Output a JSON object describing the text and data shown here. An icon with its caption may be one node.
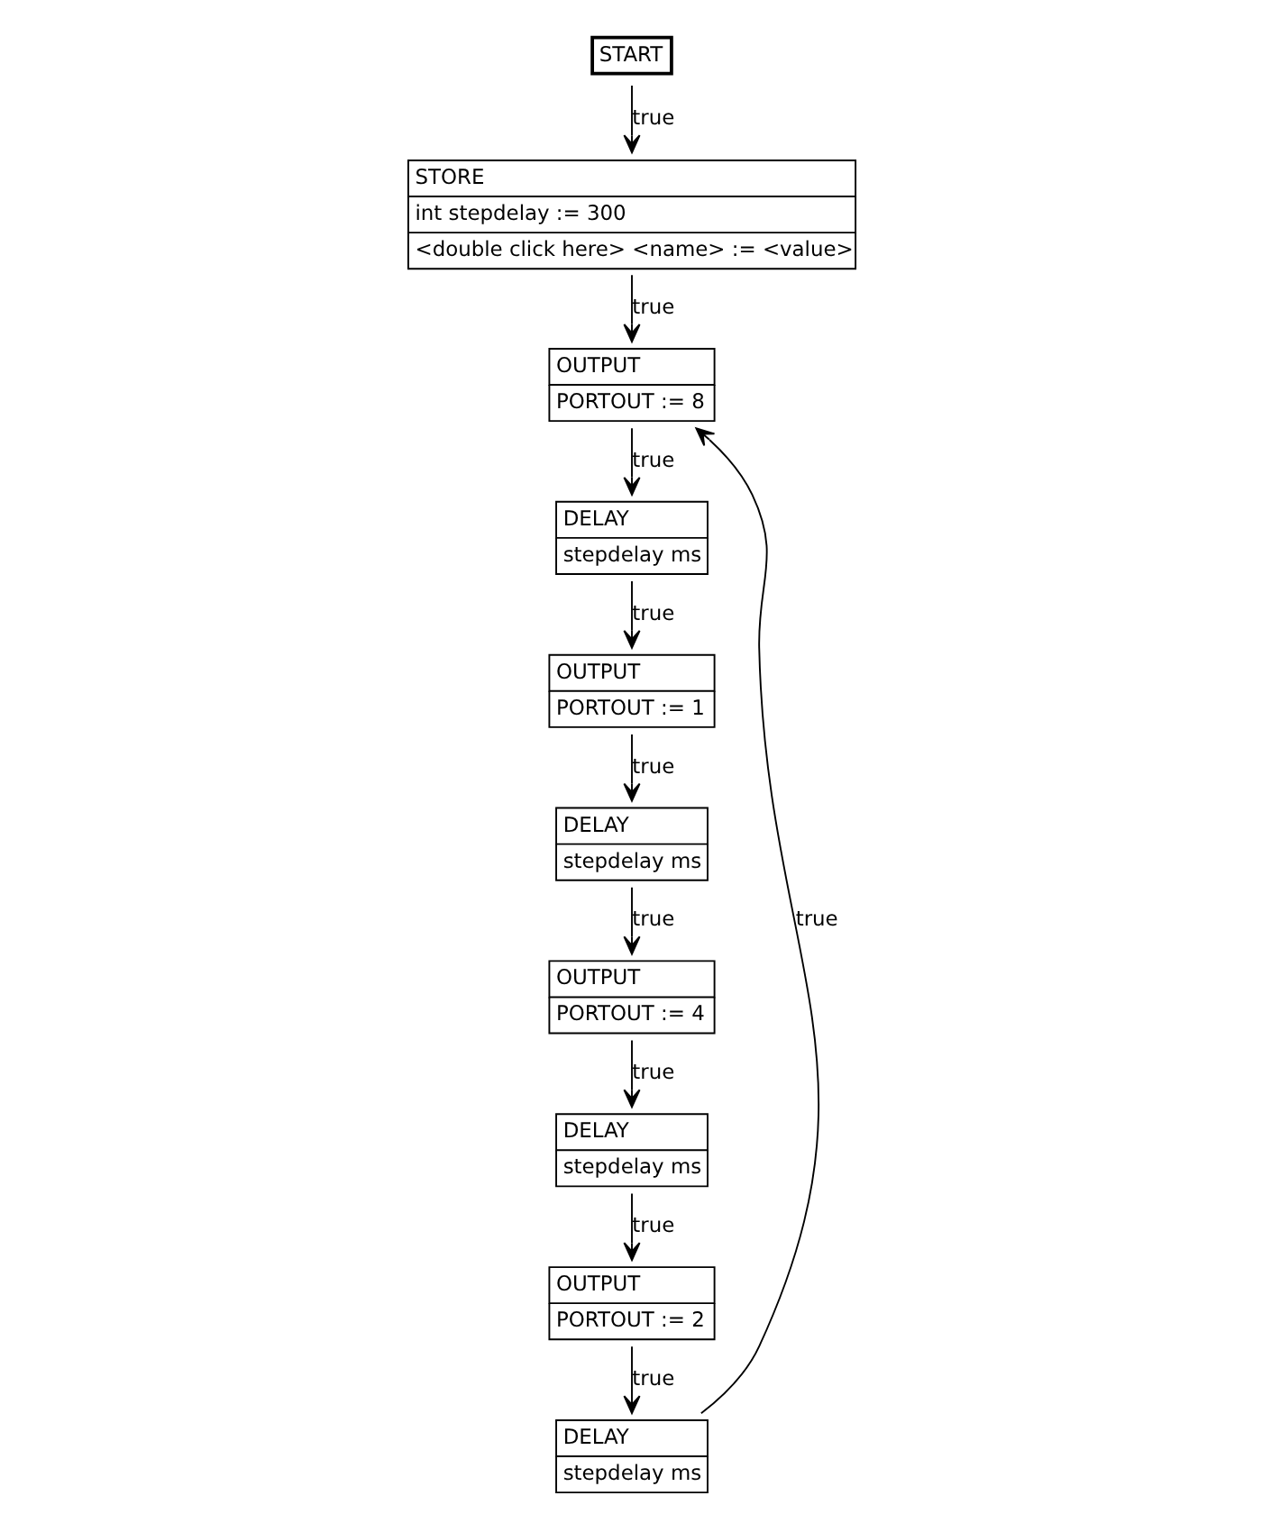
{
  "diagram": {
    "nodes": [
      {
        "text": [
          "START"
        ]
      },
      {
        "text": [
          "STORE",
          "int stepdelay := 300",
          "<double click here> <name> := <value>"
        ]
      },
      {
        "text": [
          "OUTPUT",
          "PORTOUT := 8"
        ]
      },
      {
        "text": [
          "DELAY",
          "stepdelay ms"
        ]
      },
      {
        "text": [
          "OUTPUT",
          "PORTOUT := 1"
        ]
      },
      {
        "text": [
          "DELAY",
          "stepdelay ms"
        ]
      },
      {
        "text": [
          "OUTPUT",
          "PORTOUT := 4"
        ]
      },
      {
        "text": [
          "DELAY",
          "stepdelay ms"
        ]
      },
      {
        "text": [
          "OUTPUT",
          "PORTOUT := 2"
        ]
      },
      {
        "text": [
          "DELAY",
          "stepdelay ms"
        ]
      }
    ],
    "edges": [
      {
        "from": 0,
        "to": 1,
        "arrow": "to",
        "label": "true"
      },
      {
        "from": 1,
        "to": 2,
        "arrow": "to",
        "label": "true"
      },
      {
        "from": 2,
        "to": 3,
        "arrow": "to",
        "label": "true"
      },
      {
        "from": 3,
        "to": 4,
        "arrow": "to",
        "label": "true"
      },
      {
        "from": 4,
        "to": 5,
        "arrow": "to",
        "label": "true"
      },
      {
        "from": 5,
        "to": 6,
        "arrow": "to",
        "label": "true"
      },
      {
        "from": 6,
        "to": 7,
        "arrow": "to",
        "label": "true"
      },
      {
        "from": 7,
        "to": 8,
        "arrow": "to",
        "label": "true"
      },
      {
        "from": 8,
        "to": 9,
        "arrow": "to",
        "label": "true"
      },
      {
        "from": 9,
        "to": 2,
        "arrow": "to",
        "label": "true"
      }
    ]
  }
}
